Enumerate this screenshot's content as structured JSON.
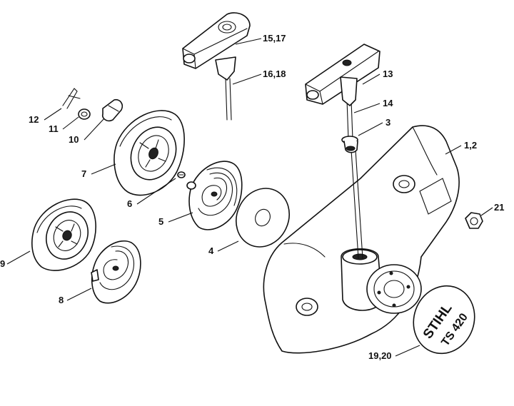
{
  "callouts": {
    "c1": "1,2",
    "c3": "3",
    "c4": "4",
    "c5": "5",
    "c6": "6",
    "c7": "7",
    "c8": "8",
    "c9": "9",
    "c10": "10",
    "c11": "11",
    "c12": "12",
    "c13": "13",
    "c14": "14",
    "c15": "15,17",
    "c16": "16,18",
    "c19": "19,20",
    "c21": "21"
  },
  "logo": {
    "brand": "STIHL",
    "model": "TS 420"
  }
}
